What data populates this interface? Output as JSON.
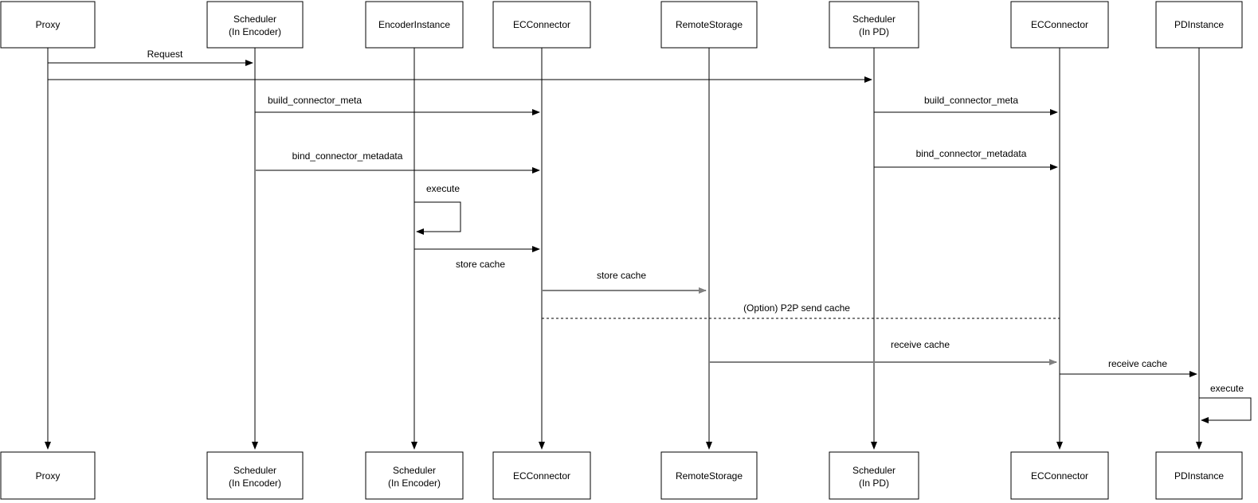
{
  "diagram": {
    "type": "uml-sequence-diagram",
    "colors": {
      "stroke": "#000000",
      "gray_arrow": "#808080",
      "box_fill": "#ffffff",
      "background": "#ffffff"
    },
    "actors": [
      {
        "id": "proxy",
        "top_lines": [
          "Proxy",
          ""
        ],
        "bottom_lines": [
          "Proxy",
          ""
        ]
      },
      {
        "id": "scheduler-in-encoder",
        "top_lines": [
          "Scheduler",
          "(In Encoder)"
        ],
        "bottom_lines": [
          "Scheduler",
          "(In Encoder)"
        ]
      },
      {
        "id": "encoder-instance",
        "top_lines": [
          "EncoderInstance",
          ""
        ],
        "bottom_lines": [
          "Scheduler",
          "(In Encoder)"
        ]
      },
      {
        "id": "ec-connector-encoder",
        "top_lines": [
          "ECConnector",
          ""
        ],
        "bottom_lines": [
          "ECConnector",
          ""
        ]
      },
      {
        "id": "remote-storage",
        "top_lines": [
          "RemoteStorage",
          ""
        ],
        "bottom_lines": [
          "RemoteStorage",
          ""
        ]
      },
      {
        "id": "scheduler-in-pd",
        "top_lines": [
          "Scheduler",
          "(In PD)"
        ],
        "bottom_lines": [
          "Scheduler",
          "(In PD)"
        ]
      },
      {
        "id": "ec-connector-pd",
        "top_lines": [
          "ECConnector",
          ""
        ],
        "bottom_lines": [
          "ECConnector",
          ""
        ]
      },
      {
        "id": "pd-instance",
        "top_lines": [
          "PDInstance",
          ""
        ],
        "bottom_lines": [
          "PDInstance",
          ""
        ]
      }
    ],
    "messages": [
      {
        "label": "Request",
        "from": "Proxy",
        "to": "Scheduler (In Encoder)",
        "style": "solid-black"
      },
      {
        "label": "",
        "from": "Proxy",
        "to": "Scheduler (In PD)",
        "style": "solid-black"
      },
      {
        "label": "build_connector_meta",
        "from": "Scheduler (In Encoder)",
        "to": "ECConnector",
        "style": "solid-black"
      },
      {
        "label": "build_connector_meta",
        "from": "Scheduler (In PD)",
        "to": "ECConnector",
        "style": "solid-black"
      },
      {
        "label": "bind_connector_metadata",
        "from": "Scheduler (In Encoder)",
        "to": "ECConnector",
        "style": "solid-black-with-gray-segment"
      },
      {
        "label": "bind_connector_metadata",
        "from": "Scheduler (In PD)",
        "to": "ECConnector",
        "style": "solid-black"
      },
      {
        "label": "execute",
        "from": "EncoderInstance",
        "to": "EncoderInstance",
        "style": "self-loop"
      },
      {
        "label": "store cache",
        "from": "EncoderInstance",
        "to": "ECConnector",
        "style": "solid-black",
        "label_position": "below"
      },
      {
        "label": "store cache",
        "from": "ECConnector",
        "to": "RemoteStorage",
        "style": "solid-gray"
      },
      {
        "label": "(Option) P2P send cache",
        "from": "ECConnector",
        "to": "ECConnector (PD side)",
        "style": "dashed-no-arrow"
      },
      {
        "label": "receive cache",
        "from": "RemoteStorage",
        "to": "ECConnector (PD side)",
        "style": "solid-gray"
      },
      {
        "label": "receive cache",
        "from": "ECConnector (PD side)",
        "to": "PDInstance",
        "style": "solid-black"
      },
      {
        "label": "execute",
        "from": "PDInstance",
        "to": "PDInstance",
        "style": "self-loop"
      }
    ]
  }
}
